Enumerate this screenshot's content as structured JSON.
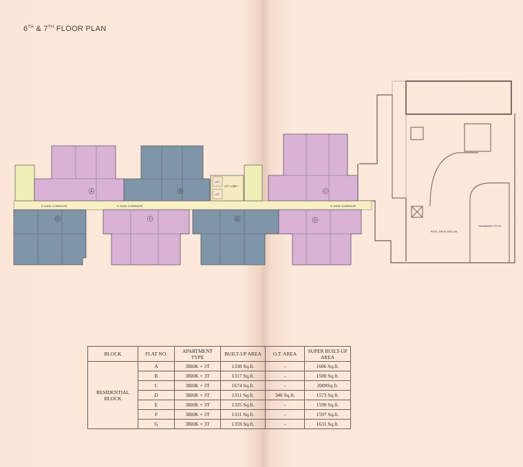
{
  "title": {
    "floor_a": "6",
    "sup_a": "TH",
    "amp": " & ",
    "floor_b": "7",
    "sup_b": "TH",
    "rest": " FLOOR PLAN"
  },
  "plan": {
    "corridor_label": "5' WIDE CORRIDOR",
    "lift_lobby": "LIFT LOBBY",
    "lift": "LIFT",
    "flats": [
      "A",
      "B",
      "C",
      "D",
      "E",
      "F",
      "G"
    ],
    "pool_deck": "POOL DECK BELOW",
    "swimming_pool": "SWIMMING POOL",
    "colors": {
      "pink": "#d9b3d6",
      "blue": "#7f95a8",
      "corridor": "#f6f0c4",
      "stair": "#eef0b8"
    }
  },
  "table": {
    "headers": [
      "BLOCK",
      "FLAT NO.",
      "APARTMENT TYPE",
      "BUILT-UP  AREA",
      "O.T. AREA",
      "SUPER BUILT-UP AREA"
    ],
    "block": "RESIDENTIAL BLOCK",
    "rows": [
      [
        "A",
        "3BHK + 3T",
        "1338 Sq.ft.",
        "-",
        "1606 Sq.ft."
      ],
      [
        "B",
        "3BHK + 3T",
        "1317 Sq.ft.",
        "-",
        "1580 Sq.ft."
      ],
      [
        "C",
        "3BHK + 3T",
        "1674 Sq.ft.",
        "-",
        "2009Sq.ft."
      ],
      [
        "D",
        "3BHK + 3T",
        "1311 Sq.ft.",
        "346 Sq.ft.",
        "1573 Sq.ft."
      ],
      [
        "E",
        "3BHK + 3T",
        "1325 Sq.ft.",
        "-",
        "1590 Sq.ft."
      ],
      [
        "F",
        "3BHK + 3T",
        "1331 Sq.ft.",
        "-",
        "1597 Sq.ft."
      ],
      [
        "G",
        "3BHK + 3T",
        "1359 Sq.ft.",
        "-",
        "1631 Sq.ft."
      ]
    ]
  }
}
